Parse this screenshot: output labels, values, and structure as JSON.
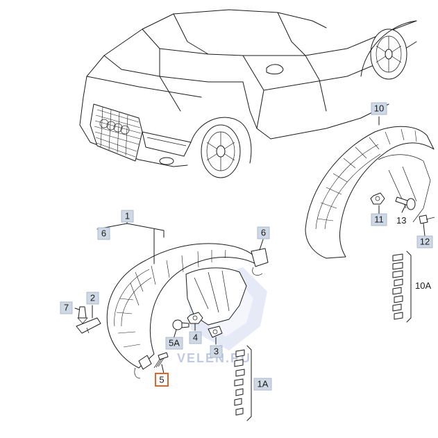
{
  "callouts": {
    "c1": "1",
    "c1A": "1A",
    "c2": "2",
    "c3": "3",
    "c4": "4",
    "c5": "5",
    "c5A": "5A",
    "c6_left": "6",
    "c6_right": "6",
    "c7": "7",
    "c10": "10",
    "c10A": "10A",
    "c11": "11",
    "c12": "12",
    "c13": "13"
  },
  "selected_callout": "5",
  "watermark": "VELEN.RU",
  "colors": {
    "callout_fill": "#cfd9e6",
    "selected_border": "#e0642a",
    "watermark": "#8fa0d0"
  }
}
